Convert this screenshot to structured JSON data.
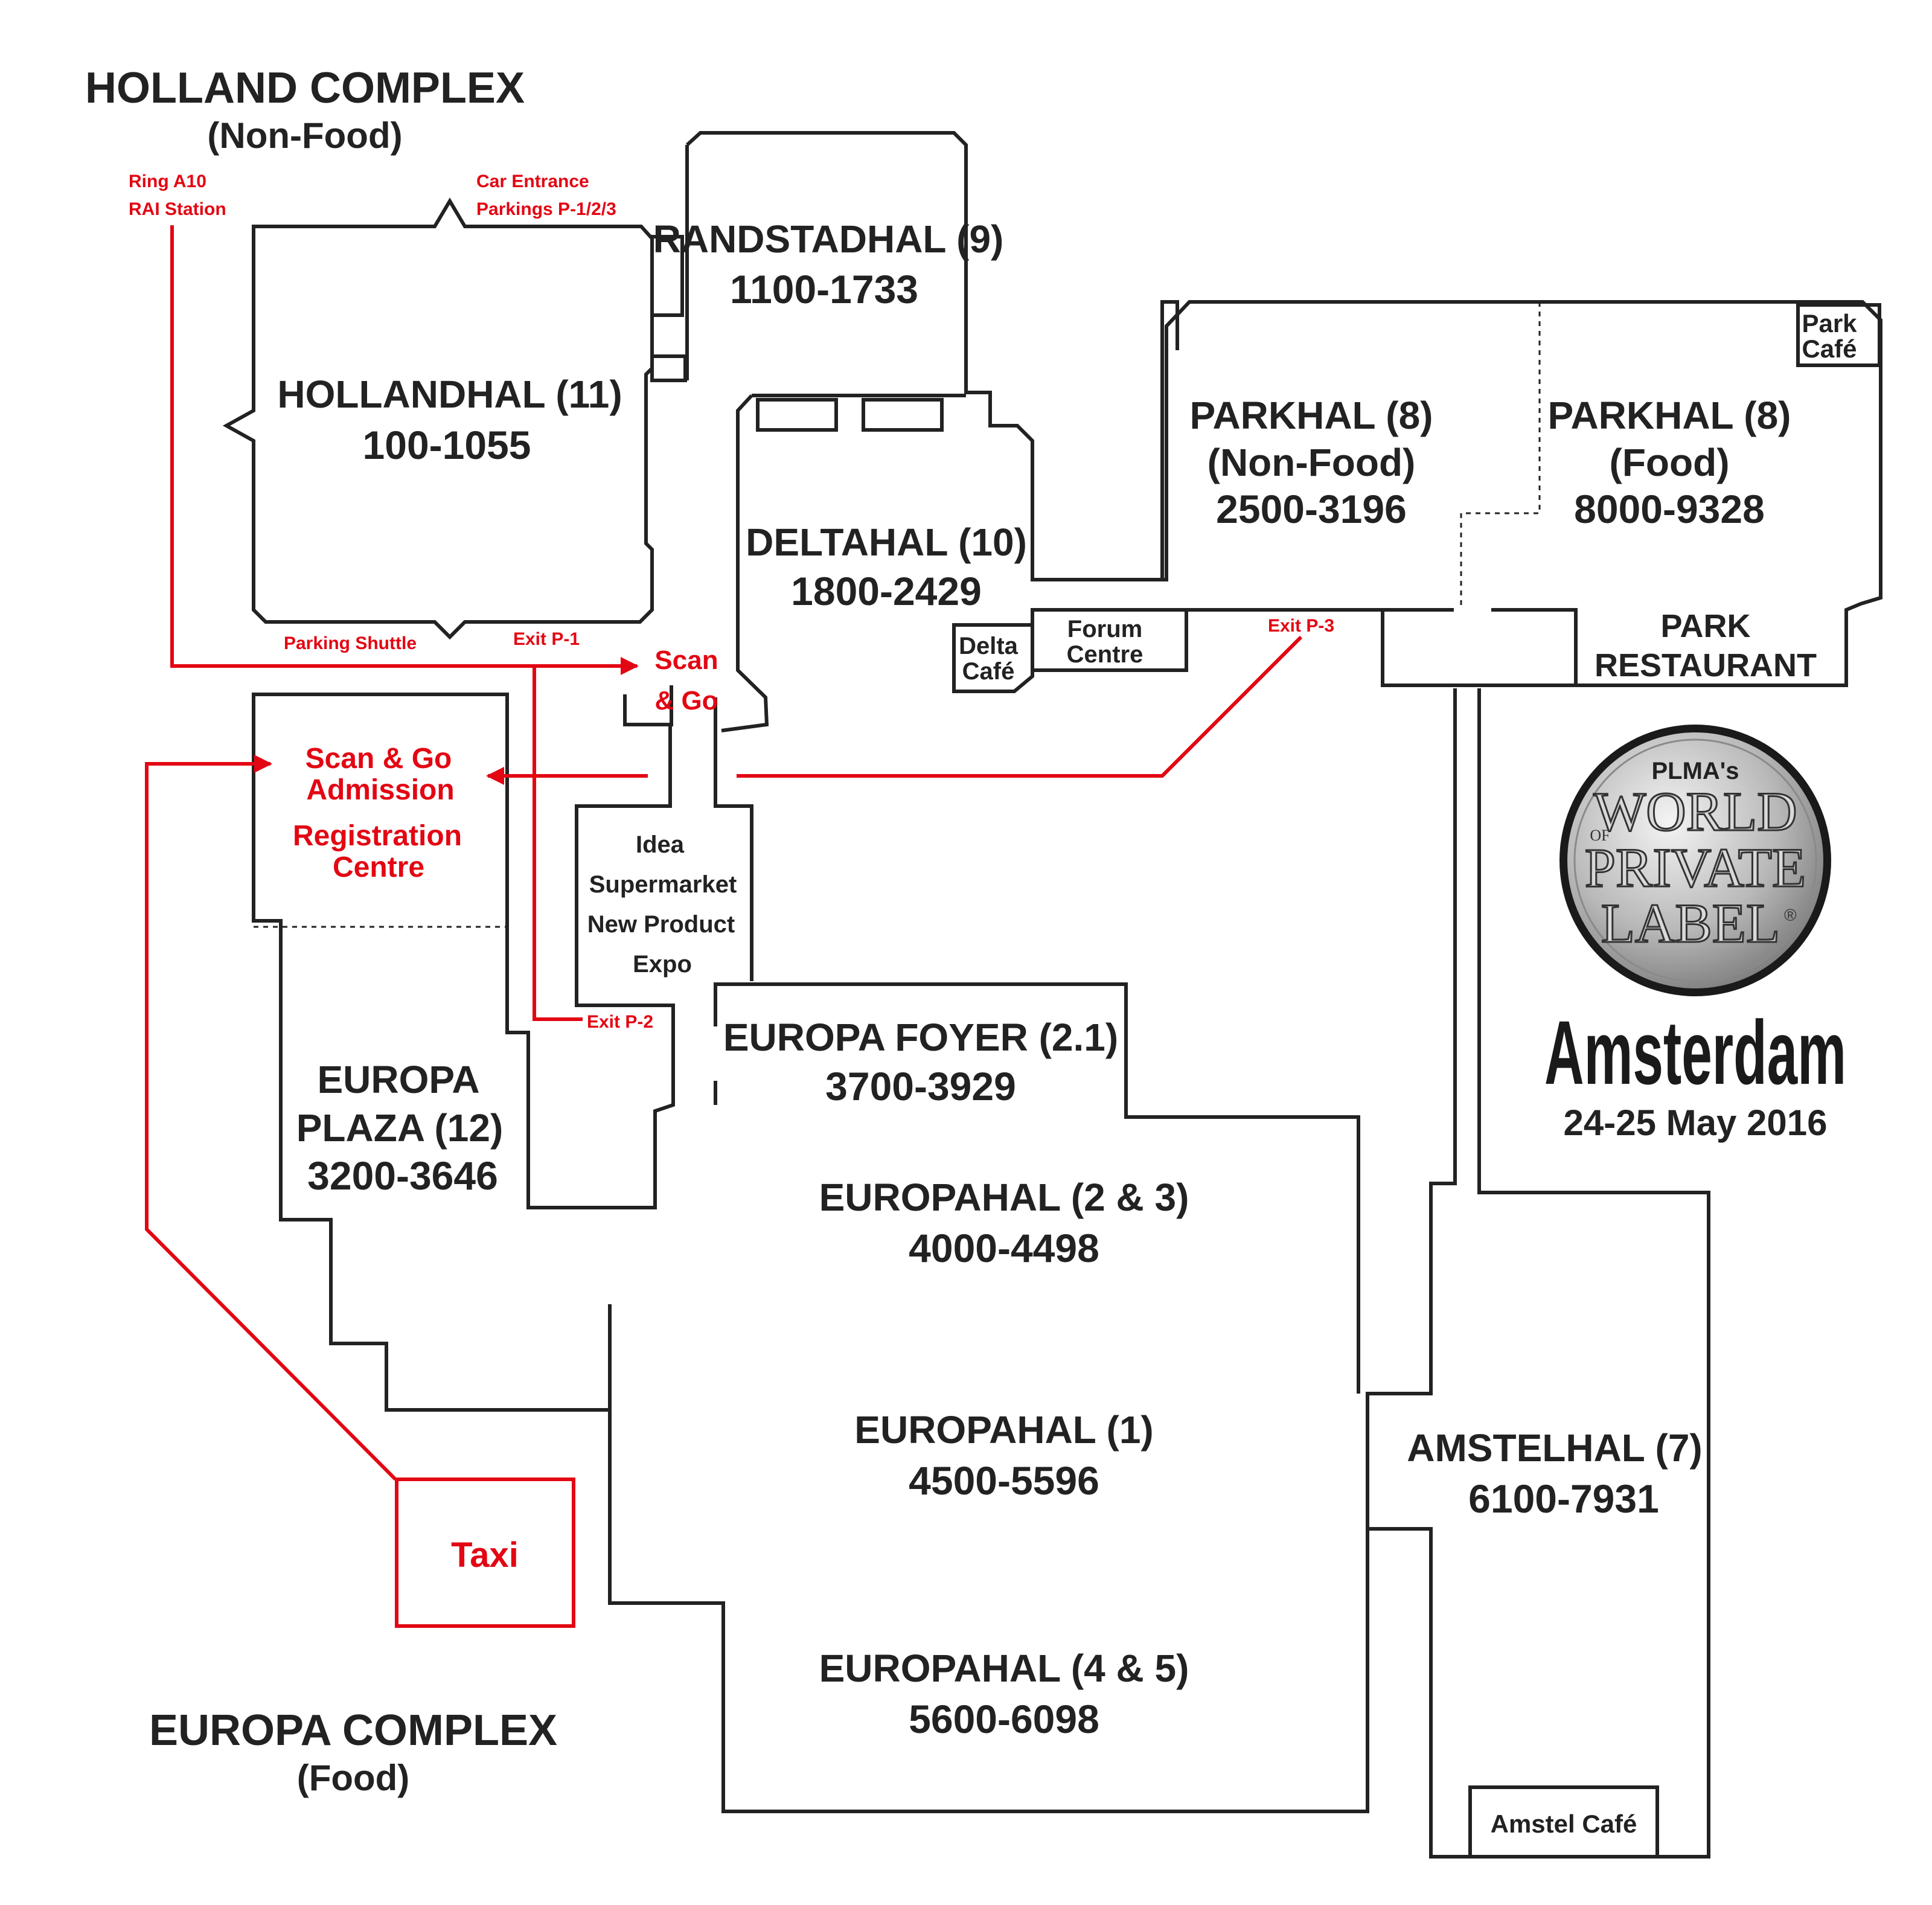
{
  "complexes": {
    "holland": {
      "title": "HOLLAND COMPLEX",
      "subtitle": "(Non-Food)"
    },
    "europa": {
      "title": "EUROPA COMPLEX",
      "subtitle": "(Food)"
    }
  },
  "halls": {
    "hollandhal": {
      "name": "HOLLANDHAL (11)",
      "range": "100-1055"
    },
    "randstadhal": {
      "name": "RANDSTADHAL (9)",
      "range": "1100-1733"
    },
    "deltahal": {
      "name": "DELTAHAL (10)",
      "range": "1800-2429"
    },
    "parkhal_nonfood": {
      "name": "PARKHAL (8)",
      "sub": "(Non-Food)",
      "range": "2500-3196"
    },
    "parkhal_food": {
      "name": "PARKHAL (8)",
      "sub": "(Food)",
      "range": "8000-9328"
    },
    "park_restaurant": {
      "line1": "PARK",
      "line2": "RESTAURANT"
    },
    "park_cafe": {
      "line1": "Park",
      "line2": "Café"
    },
    "delta_cafe": {
      "line1": "Delta",
      "line2": "Café"
    },
    "forum_centre": {
      "line1": "Forum",
      "line2": "Centre"
    },
    "idea_supermarket": {
      "line1": "Idea",
      "line2": "Supermarket",
      "line3": "New Product",
      "line4": "Expo"
    },
    "europa_foyer": {
      "name": "EUROPA FOYER (2.1)",
      "range": "3700-3929"
    },
    "europa_plaza": {
      "line1": "EUROPA",
      "line2": "PLAZA (12)",
      "range": "3200-3646"
    },
    "europahal_23": {
      "name": "EUROPAHAL (2 & 3)",
      "range": "4000-4498"
    },
    "europahal_1": {
      "name": "EUROPAHAL (1)",
      "range": "4500-5596"
    },
    "europahal_45": {
      "name": "EUROPAHAL (4 & 5)",
      "range": "5600-6098"
    },
    "amstelhal": {
      "name": "AMSTELHAL (7)",
      "range": "6100-7931"
    },
    "amstel_cafe": {
      "name": "Amstel Café"
    }
  },
  "access": {
    "ring": {
      "line1": "Ring A10",
      "line2": "RAI Station"
    },
    "car_entrance": {
      "line1": "Car Entrance",
      "line2": "Parkings P-1/2/3"
    },
    "parking_shuttle": "Parking Shuttle",
    "exit_p1": "Exit P-1",
    "exit_p2": "Exit P-2",
    "exit_p3": "Exit P-3",
    "scan_go": {
      "line1": "Scan",
      "line2": "& Go"
    },
    "admission": {
      "line1": "Scan & Go",
      "line2": "Admission"
    },
    "registration": {
      "line1": "Registration",
      "line2": "Centre"
    },
    "taxi": "Taxi"
  },
  "branding": {
    "plma": "PLMA's",
    "world": "WORLD",
    "of": "OF",
    "private": "PRIVATE",
    "label": "LABEL",
    "registered": "®",
    "city": "Amsterdam",
    "dates": "24-25 May 2016"
  },
  "colors": {
    "route": "#e30613",
    "walls": "#222222",
    "seal_silver": "#c8c8c8"
  }
}
